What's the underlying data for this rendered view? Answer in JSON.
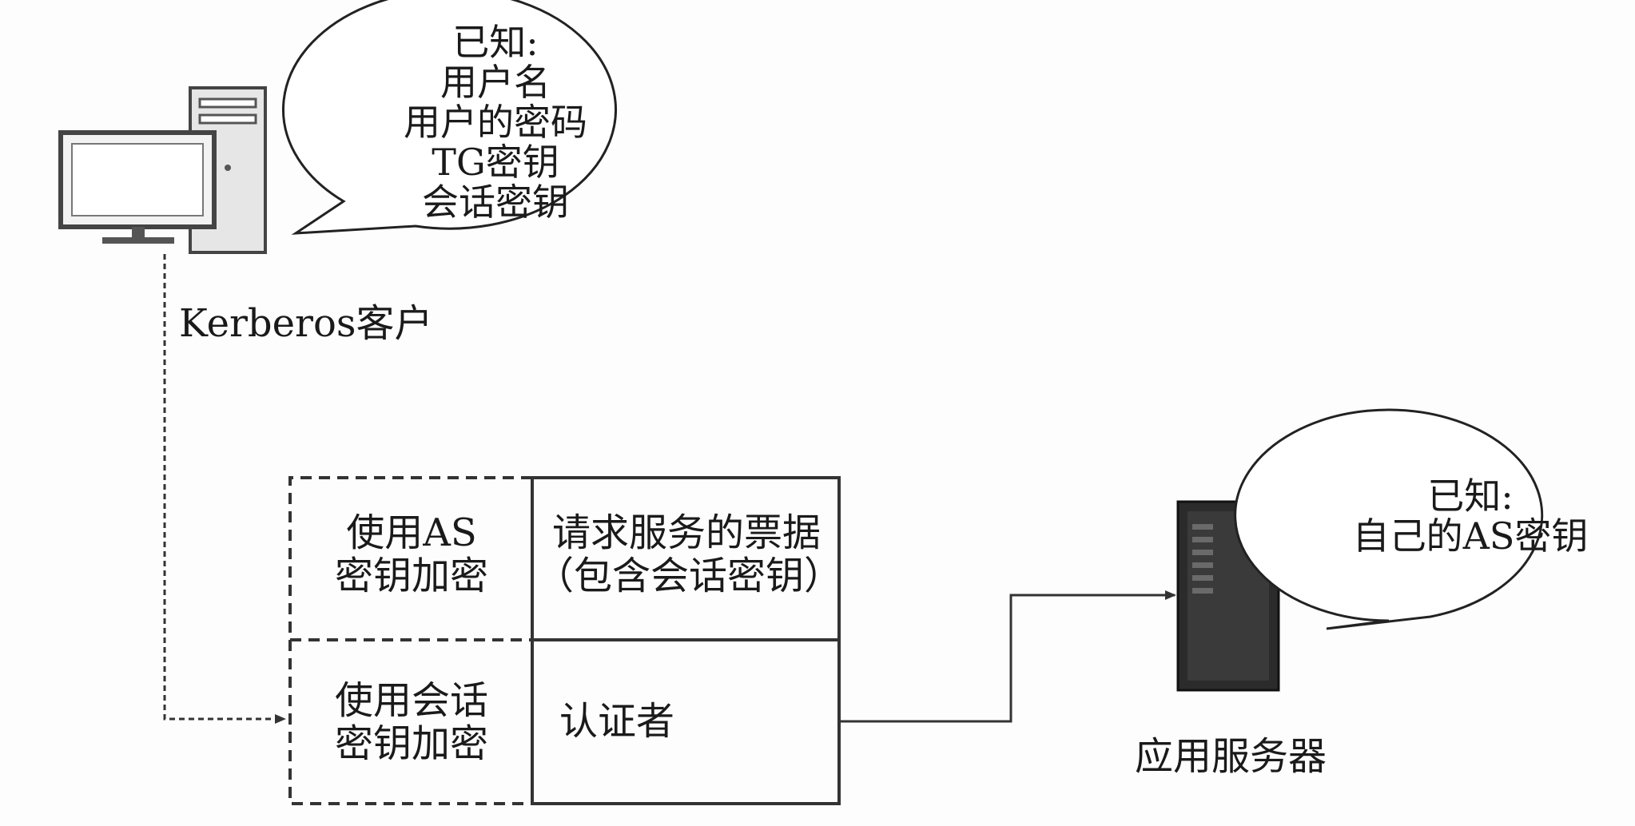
{
  "client": {
    "label": "Kerberos客户",
    "bubble_lines": [
      "已知:",
      "用户名",
      "用户的密码",
      "TG密钥",
      "会话密钥"
    ]
  },
  "server": {
    "label": "应用服务器",
    "bubble_lines": [
      "已知:",
      "自己的AS密钥"
    ]
  },
  "message": {
    "top_left": [
      "使用AS",
      "密钥加密"
    ],
    "top_right": [
      "请求服务的票据",
      "（包含会话密钥）"
    ],
    "bottom_left": [
      "使用会话",
      "密钥加密"
    ],
    "bottom_right": "认证者"
  }
}
